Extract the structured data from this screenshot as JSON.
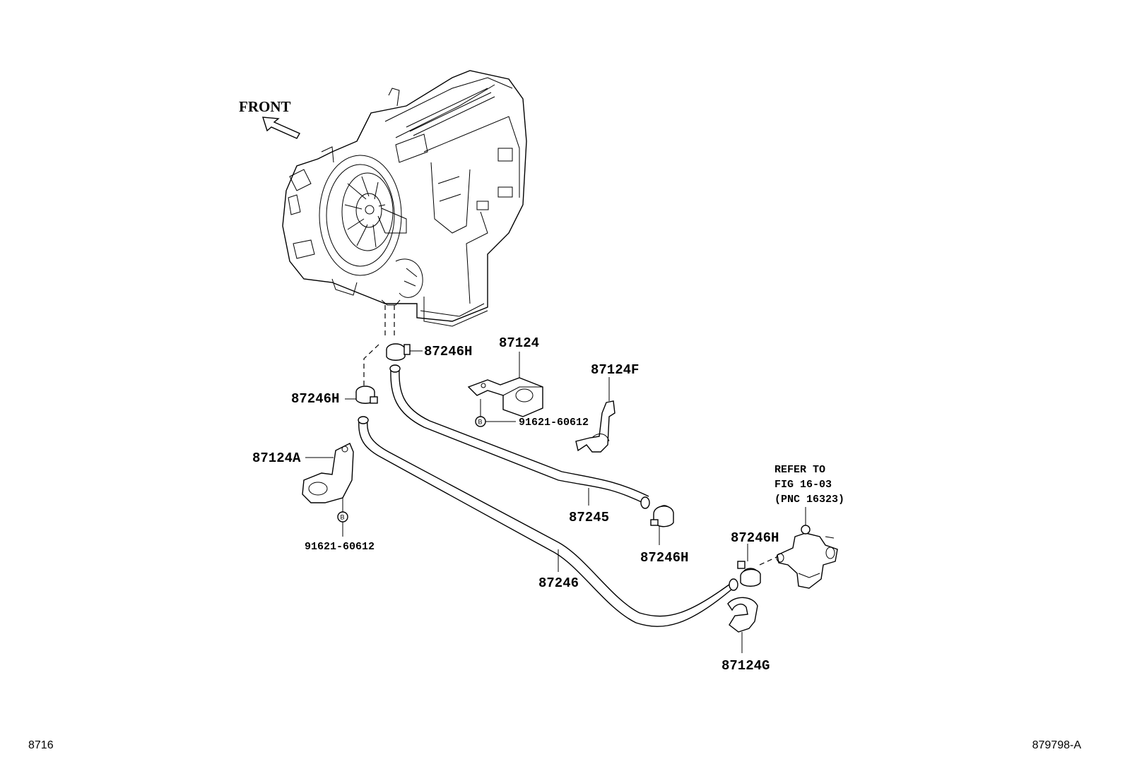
{
  "front_label": "FRONT",
  "callouts": {
    "clamp_top": "87246H",
    "clamp_left": "87246H",
    "clamp_mid": "87246H",
    "clamp_right": "87246H",
    "bracket_87124": "87124",
    "bracket_87124F": "87124F",
    "bracket_87124A": "87124A",
    "bracket_87124G": "87124G",
    "hose_87245": "87245",
    "hose_87246": "87246",
    "bolt_upper": "91621-60612",
    "bolt_lower": "91621-60612",
    "bolt_mark": "B"
  },
  "reference": {
    "line1": "REFER TO",
    "line2": "FIG 16-03",
    "line3": "(PNC 16323)"
  },
  "footer": {
    "left": "8716",
    "right": "879798-A"
  },
  "icons": {
    "front_arrow": "front-direction-arrow-icon",
    "bolt": "bolt-b-icon"
  }
}
